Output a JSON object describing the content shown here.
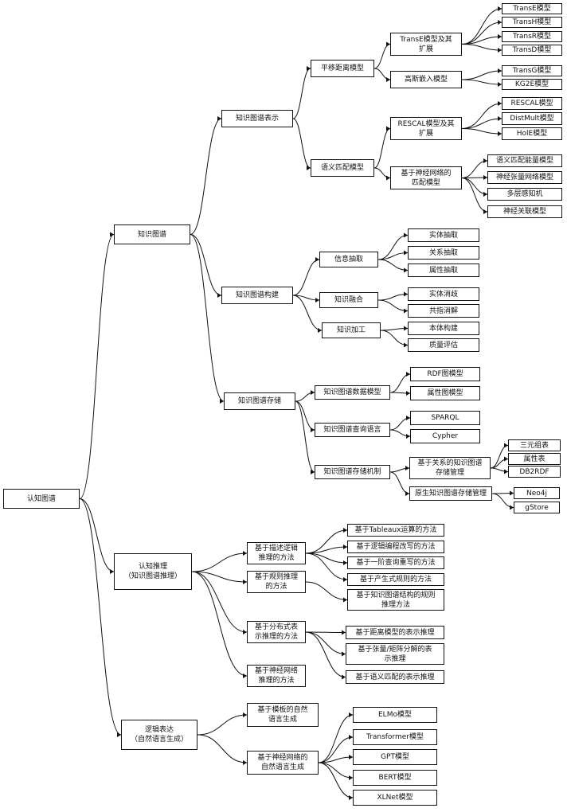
{
  "nodes": {
    "root": "认知图谱",
    "kg": "知识图谱",
    "kg_repr": "知识图谱表示",
    "trans_dist": "平移距离模型",
    "transe_ext": "TransE模型及其\n扩展",
    "transe": "TransE模型",
    "transh": "TransH模型",
    "transr": "TransR模型",
    "transd": "TransD模型",
    "gauss": "高斯嵌入模型",
    "transg": "TransG模型",
    "kg2e": "KG2E模型",
    "sem_match": "语义匹配模型",
    "rescal_ext": "RESCAL模型及其\n扩展",
    "rescal": "RESCAL模型",
    "distmult": "DistMult模型",
    "hole": "HolE模型",
    "nn_match": "基于神经网络的\n匹配模型",
    "sme": "语义匹配能量模型",
    "ntn": "神经张量网络模型",
    "mlp": "多层感知机",
    "nam": "神经关联模型",
    "kg_build": "知识图谱构建",
    "info_extract": "信息抽取",
    "entity_extract": "实体抽取",
    "relation_extract": "关系抽取",
    "attr_extract": "属性抽取",
    "fusion": "知识融合",
    "entity_disamb": "实体消歧",
    "coref": "共指消解",
    "processing": "知识加工",
    "ontology": "本体构建",
    "quality": "质量评估",
    "kg_store": "知识图谱存储",
    "data_model": "知识图谱数据模型",
    "rdf_model": "RDF图模型",
    "prop_model": "属性图模型",
    "query_lang": "知识图谱查询语言",
    "sparql": "SPARQL",
    "cypher": "Cypher",
    "store_mech": "知识图谱存储机制",
    "rel_store": "基于关系的知识图谱\n存储管理",
    "triple": "三元组表",
    "prop_table": "属性表",
    "db2rdf": "DB2RDF",
    "native_store": "原生知识图谱存储管理",
    "neo4j": "Neo4j",
    "gstore": "gStore",
    "reasoning": "认知推理\n（知识图谱推理）",
    "dl_reason": "基于描述逻辑\n推理的方法",
    "tableaux": "基于Tableaux运算的方法",
    "logic_prog": "基于逻辑编程改写的方法",
    "fo_query": "基于一阶查询重写的方法",
    "rule_reason": "基于规则推理\n的方法",
    "production": "基于产生式规则的方法",
    "kg_struct_rule": "基于知识图谱结构的规则\n推理方法",
    "dist_repr": "基于分布式表\n示推理的方法",
    "dist_model": "基于距离模型的表示推理",
    "tensor": "基于张量/矩阵分解的表\n示推理",
    "sem_match_reason": "基于语义匹配的表示推理",
    "nn_reason": "基于神经网络\n推理的方法",
    "nlg": "逻辑表达\n（自然语言生成）",
    "template_nlg": "基于模板的自然\n语言生成",
    "nn_nlg": "基于神经网络的\n自然语言生成",
    "elmo": "ELMo模型",
    "transformer": "Transformer模型",
    "gpt": "GPT模型",
    "bert": "BERT模型",
    "xlnet": "XLNet模型"
  }
}
